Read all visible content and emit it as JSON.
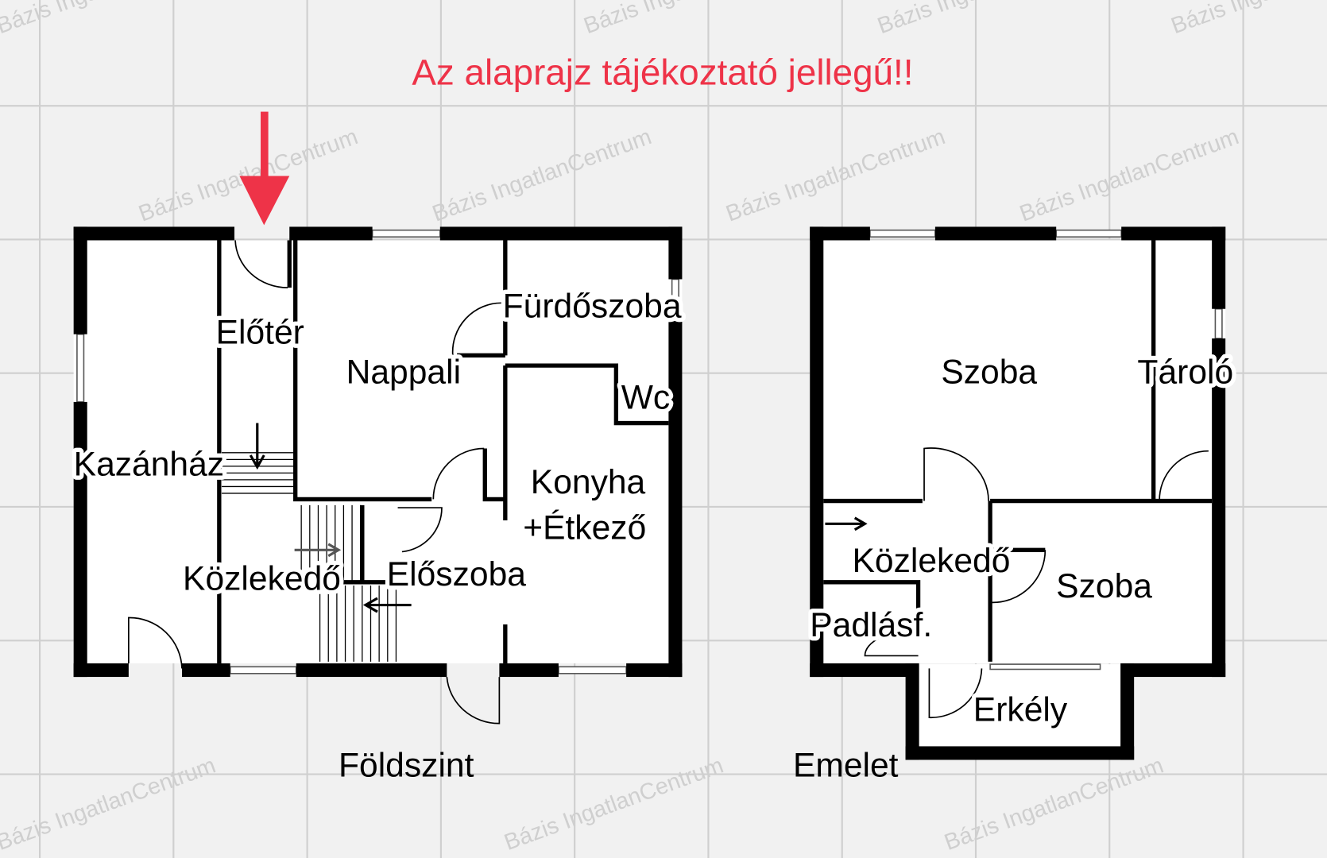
{
  "title": "Az alaprajz tájékoztató jellegű!!",
  "watermark": "Bázis IngatlanCentrum",
  "colors": {
    "title": "#ee3348",
    "arrow": "#ee3348",
    "background": "#f1f1f1",
    "grid": "#cfcfcf"
  },
  "ground_floor": {
    "name": "Földszint",
    "rooms": [
      "Előtér",
      "Kazánház",
      "Nappali",
      "Fürdőszoba",
      "Wc",
      "Konyha",
      "+Étkező",
      "Közlekedő",
      "Előszoba"
    ]
  },
  "upper_floor": {
    "name": "Emelet",
    "rooms": [
      "Szoba",
      "Tároló",
      "Közlekedő",
      "Szoba",
      "Padlásf.",
      "Erkély"
    ]
  }
}
